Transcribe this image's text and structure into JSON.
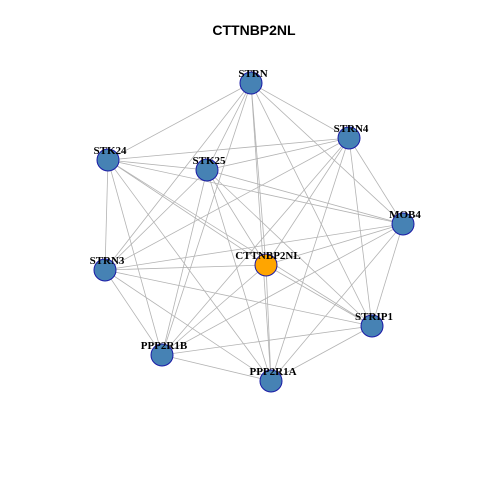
{
  "title": "CTTNBP2NL",
  "colors": {
    "edge": "#b3b3b3",
    "node_default": "#4682b4",
    "node_center": "#ffa500",
    "node_stroke": "#1a1aa6"
  },
  "nodes": [
    {
      "id": "STRN",
      "label": "STRN",
      "center": false
    },
    {
      "id": "STRN4",
      "label": "STRN4",
      "center": false
    },
    {
      "id": "STK24",
      "label": "STK24",
      "center": false
    },
    {
      "id": "STK25",
      "label": "STK25",
      "center": false
    },
    {
      "id": "MOB4",
      "label": "MOB4",
      "center": false
    },
    {
      "id": "CTTNBP2NL",
      "label": "CTTNBP2NL",
      "center": true
    },
    {
      "id": "STRN3",
      "label": "STRN3",
      "center": false
    },
    {
      "id": "STRIP1",
      "label": "STRIP1",
      "center": false
    },
    {
      "id": "PPP2R1B",
      "label": "PPP2R1B",
      "center": false
    },
    {
      "id": "PPP2R1A",
      "label": "PPP2R1A",
      "center": false
    }
  ],
  "edges": [
    [
      "STRN",
      "STRN4"
    ],
    [
      "STRN",
      "STK24"
    ],
    [
      "STRN",
      "STK25"
    ],
    [
      "STRN",
      "MOB4"
    ],
    [
      "STRN",
      "CTTNBP2NL"
    ],
    [
      "STRN",
      "STRN3"
    ],
    [
      "STRN",
      "STRIP1"
    ],
    [
      "STRN",
      "PPP2R1B"
    ],
    [
      "STRN",
      "PPP2R1A"
    ],
    [
      "STRN4",
      "STK24"
    ],
    [
      "STRN4",
      "STK25"
    ],
    [
      "STRN4",
      "MOB4"
    ],
    [
      "STRN4",
      "CTTNBP2NL"
    ],
    [
      "STRN4",
      "STRN3"
    ],
    [
      "STRN4",
      "STRIP1"
    ],
    [
      "STRN4",
      "PPP2R1B"
    ],
    [
      "STRN4",
      "PPP2R1A"
    ],
    [
      "STK24",
      "STK25"
    ],
    [
      "STK24",
      "MOB4"
    ],
    [
      "STK24",
      "CTTNBP2NL"
    ],
    [
      "STK24",
      "STRN3"
    ],
    [
      "STK24",
      "STRIP1"
    ],
    [
      "STK24",
      "PPP2R1B"
    ],
    [
      "STK24",
      "PPP2R1A"
    ],
    [
      "STK25",
      "MOB4"
    ],
    [
      "STK25",
      "CTTNBP2NL"
    ],
    [
      "STK25",
      "STRN3"
    ],
    [
      "STK25",
      "STRIP1"
    ],
    [
      "STK25",
      "PPP2R1B"
    ],
    [
      "STK25",
      "PPP2R1A"
    ],
    [
      "MOB4",
      "CTTNBP2NL"
    ],
    [
      "MOB4",
      "STRN3"
    ],
    [
      "MOB4",
      "STRIP1"
    ],
    [
      "MOB4",
      "PPP2R1B"
    ],
    [
      "MOB4",
      "PPP2R1A"
    ],
    [
      "CTTNBP2NL",
      "STRN3"
    ],
    [
      "CTTNBP2NL",
      "STRIP1"
    ],
    [
      "CTTNBP2NL",
      "PPP2R1B"
    ],
    [
      "CTTNBP2NL",
      "PPP2R1A"
    ],
    [
      "STRN3",
      "STRIP1"
    ],
    [
      "STRN3",
      "PPP2R1B"
    ],
    [
      "STRN3",
      "PPP2R1A"
    ],
    [
      "STRIP1",
      "PPP2R1B"
    ],
    [
      "STRIP1",
      "PPP2R1A"
    ],
    [
      "PPP2R1B",
      "PPP2R1A"
    ]
  ]
}
